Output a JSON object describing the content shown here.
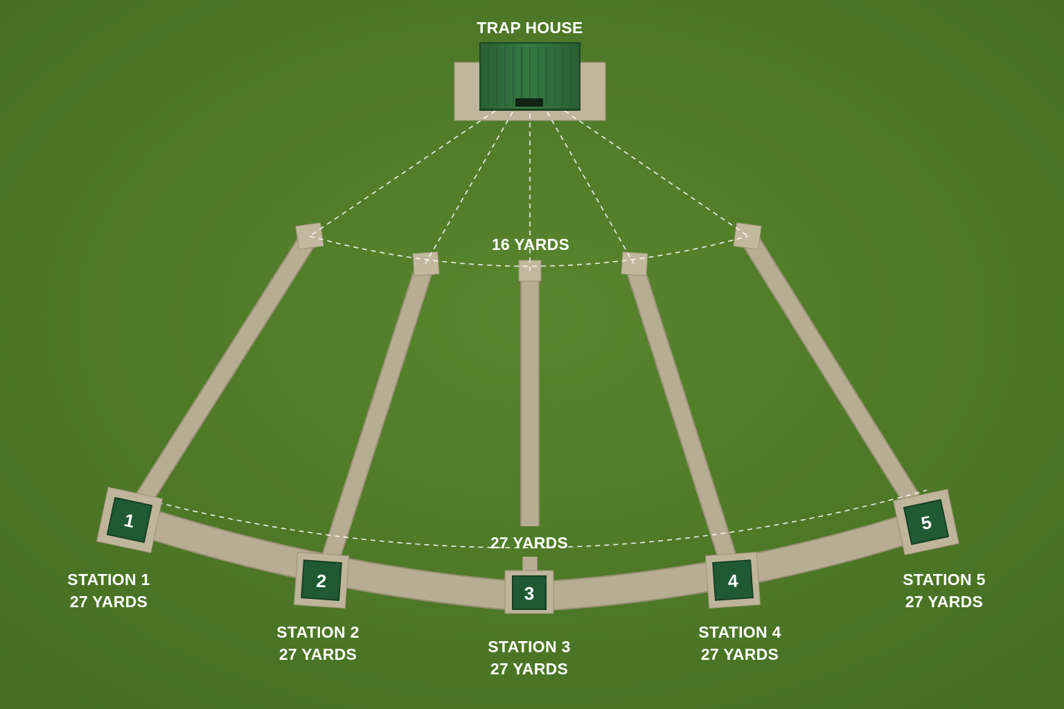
{
  "trap_house": {
    "label": "TRAP HOUSE"
  },
  "distance_labels": {
    "near": "16 YARDS",
    "far": "27 YARDS"
  },
  "stations": [
    {
      "number": "1",
      "name": "STATION 1",
      "distance": "27 YARDS"
    },
    {
      "number": "2",
      "name": "STATION 2",
      "distance": "27 YARDS"
    },
    {
      "number": "3",
      "name": "STATION 3",
      "distance": "27 YARDS"
    },
    {
      "number": "4",
      "name": "STATION 4",
      "distance": "27 YARDS"
    },
    {
      "number": "5",
      "name": "STATION 5",
      "distance": "27 YARDS"
    }
  ],
  "colors": {
    "grass": "#4f7a28",
    "concrete": "#b7ad92",
    "trap_house_green": "#2e6b3a",
    "station_plate": "#1f5a33",
    "text": "#ffffff"
  }
}
